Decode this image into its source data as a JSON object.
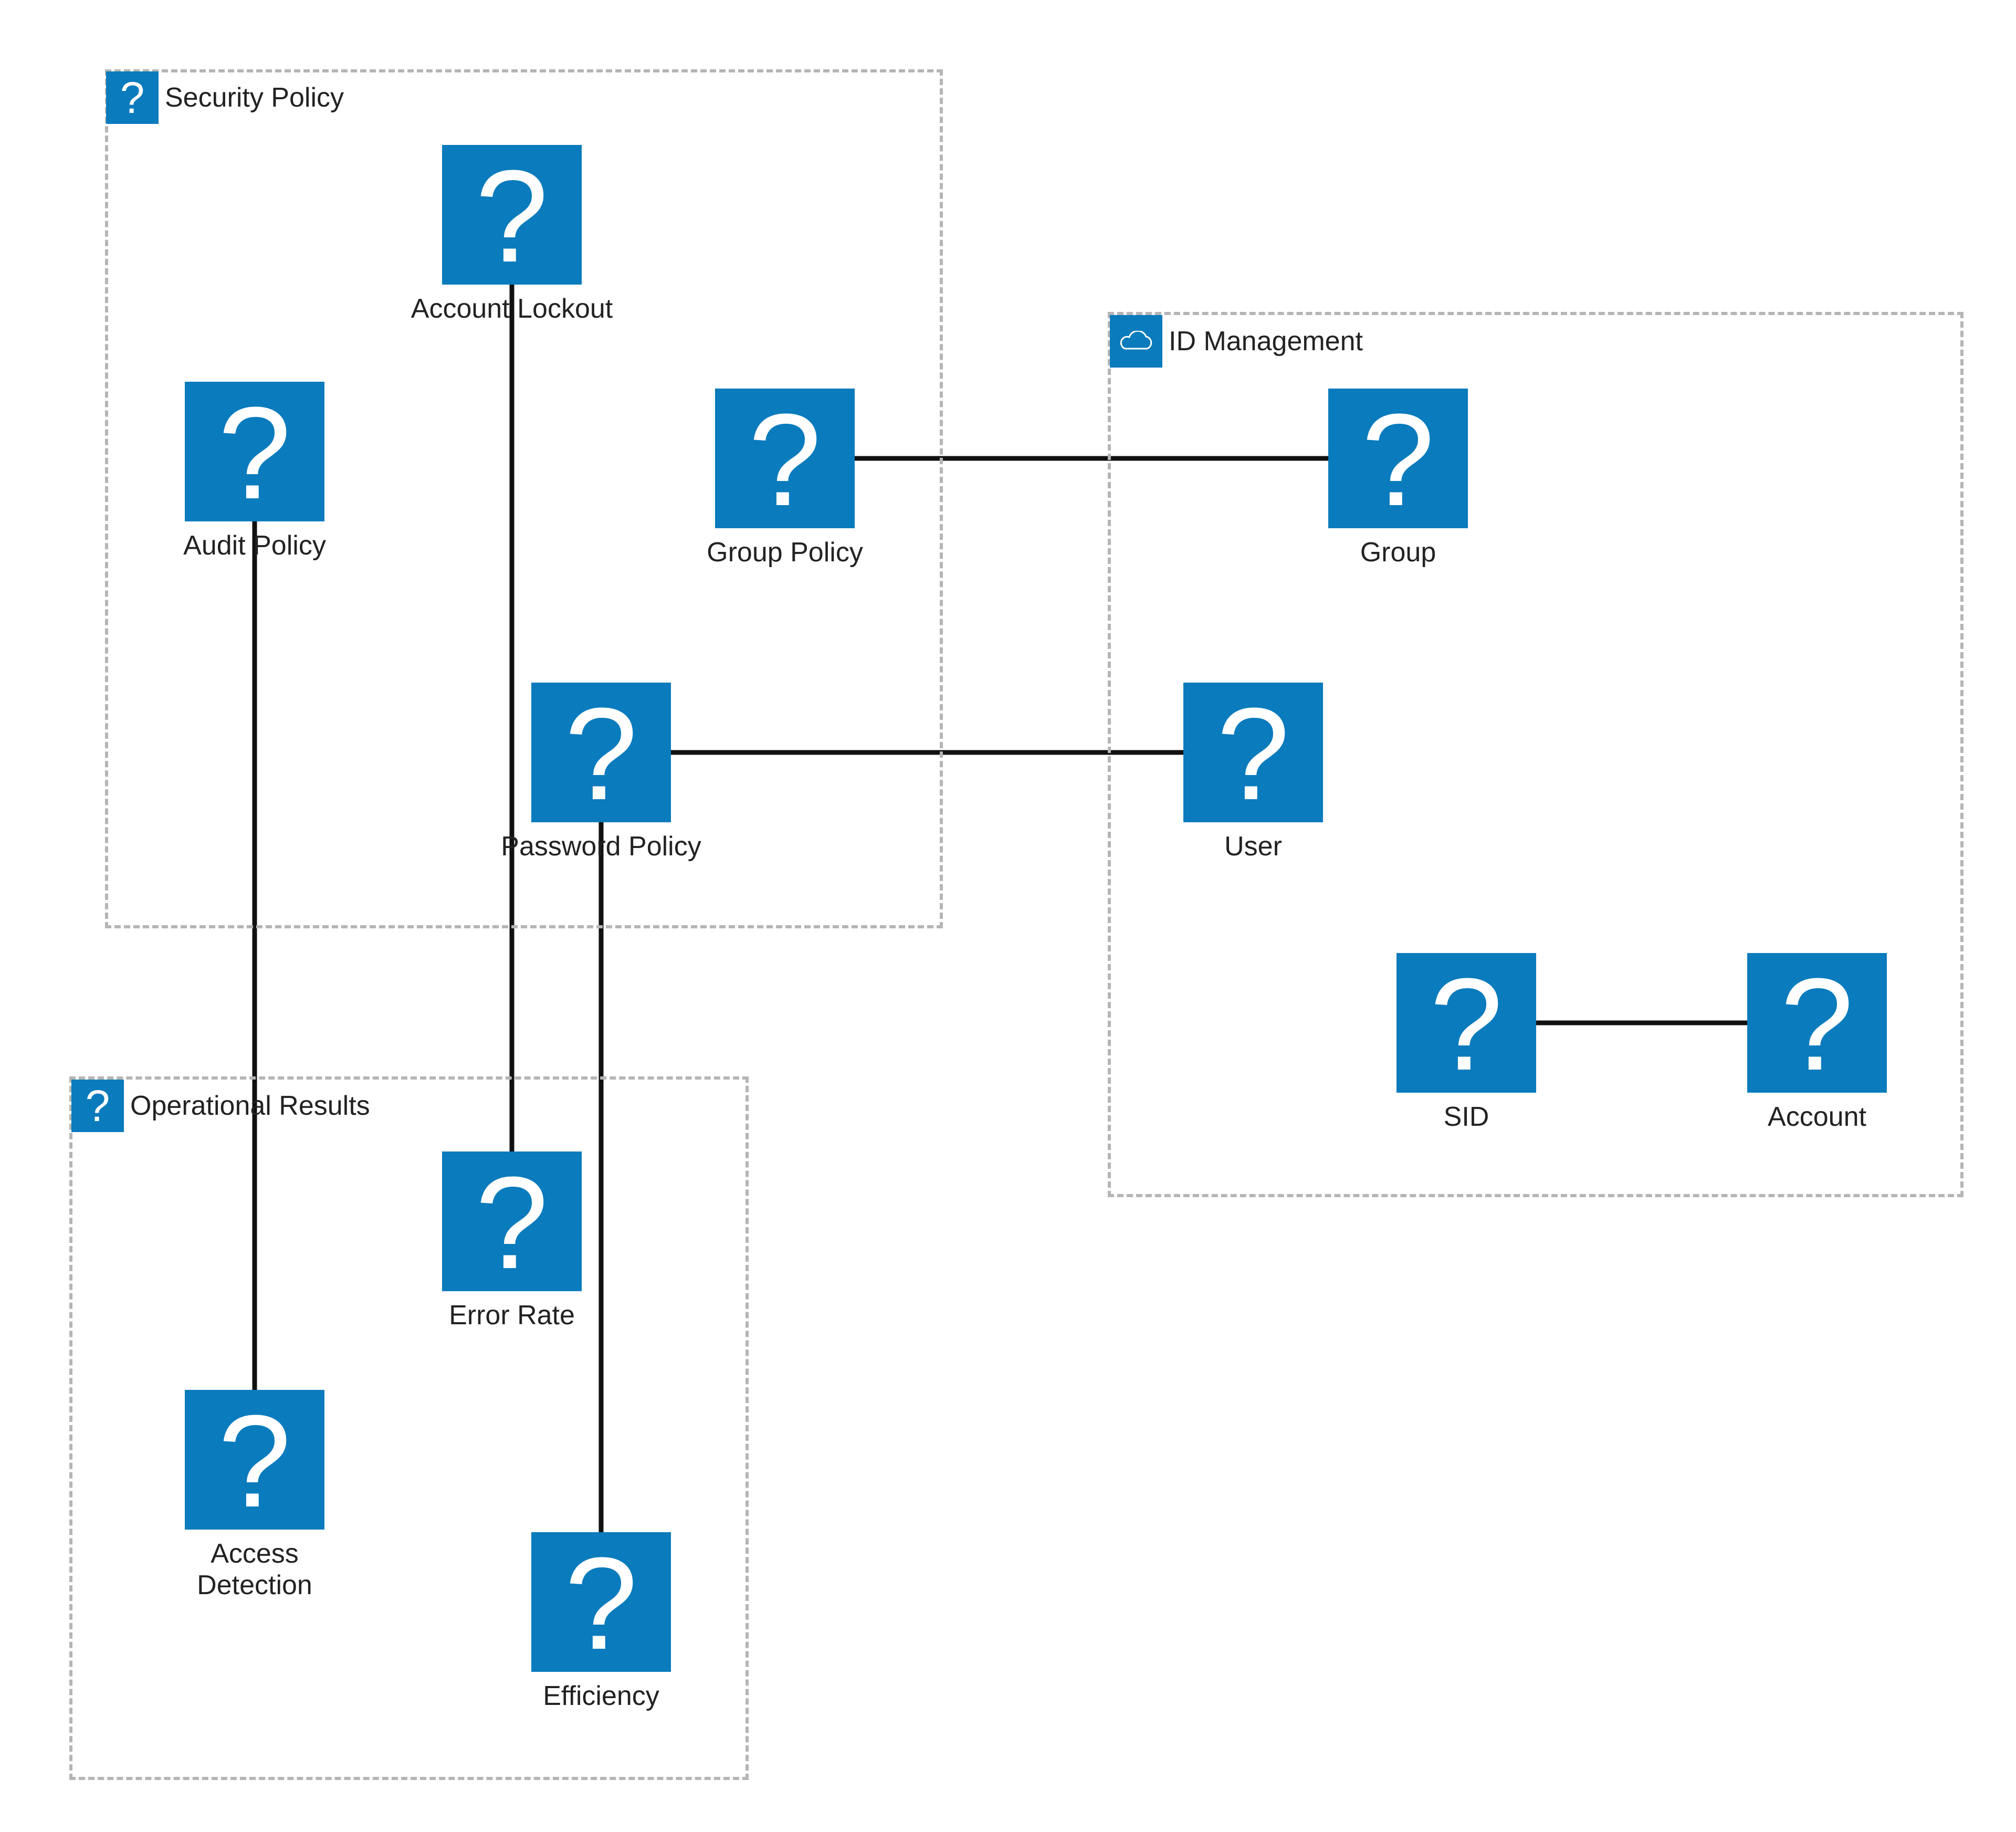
{
  "groups": {
    "security_policy": {
      "title": "Security Policy",
      "icon": "question-icon"
    },
    "id_management": {
      "title": "ID Management",
      "icon": "cloud-icon"
    },
    "operational_results": {
      "title": "Operational Results",
      "icon": "question-icon"
    }
  },
  "nodes": {
    "account_lockout": {
      "label": "Account Lockout",
      "icon": "question-icon"
    },
    "audit_policy": {
      "label": "Audit Policy",
      "icon": "question-icon"
    },
    "group_policy": {
      "label": "Group Policy",
      "icon": "question-icon"
    },
    "password_policy": {
      "label": "Password Policy",
      "icon": "question-icon"
    },
    "group": {
      "label": "Group",
      "icon": "question-icon"
    },
    "user": {
      "label": "User",
      "icon": "question-icon"
    },
    "sid": {
      "label": "SID",
      "icon": "question-icon"
    },
    "account": {
      "label": "Account",
      "icon": "question-icon"
    },
    "error_rate": {
      "label": "Error Rate",
      "icon": "question-icon"
    },
    "access_detection": {
      "label": "Access\nDetection",
      "icon": "question-icon"
    },
    "efficiency": {
      "label": "Efficiency",
      "icon": "question-icon"
    }
  },
  "edges": [
    {
      "from": "group_policy",
      "to": "group"
    },
    {
      "from": "password_policy",
      "to": "user"
    },
    {
      "from": "sid",
      "to": "account"
    },
    {
      "from": "account_lockout",
      "to": "error_rate"
    },
    {
      "from": "audit_policy",
      "to": "access_detection"
    },
    {
      "from": "password_policy",
      "to": "efficiency"
    }
  ],
  "colors": {
    "accent": "#0a7bbd",
    "edge": "#111111",
    "group_border": "#b5b5b5"
  }
}
